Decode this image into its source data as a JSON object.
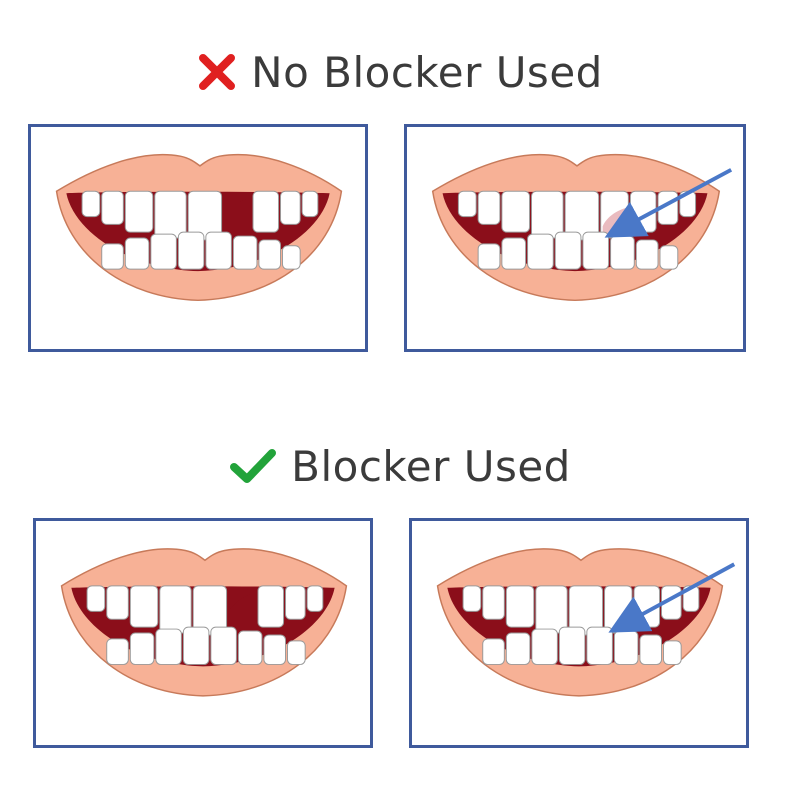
{
  "sections": [
    {
      "heading": "No Blocker Used",
      "status_icon": "cross-icon",
      "status_color": "#e02020",
      "panels": [
        {
          "state": "missing-tooth",
          "arrow": false
        },
        {
          "state": "pink-gum-visible",
          "arrow": true
        }
      ]
    },
    {
      "heading": "Blocker Used",
      "status_icon": "check-icon",
      "status_color": "#22a33a",
      "panels": [
        {
          "state": "missing-tooth",
          "arrow": false
        },
        {
          "state": "blended-restoration",
          "arrow": true
        }
      ]
    }
  ],
  "colors": {
    "frame": "#3f5a9c",
    "lip": "#f7b196",
    "lip_outline": "#c77a5a",
    "mouth_dark": "#8b0e1a",
    "tooth": "#ffffff",
    "tooth_outline": "#9a9a9a",
    "pink_fill": "#e8b4b8",
    "arrow": "#4a78c8",
    "heading_text": "#3b3b3b"
  }
}
